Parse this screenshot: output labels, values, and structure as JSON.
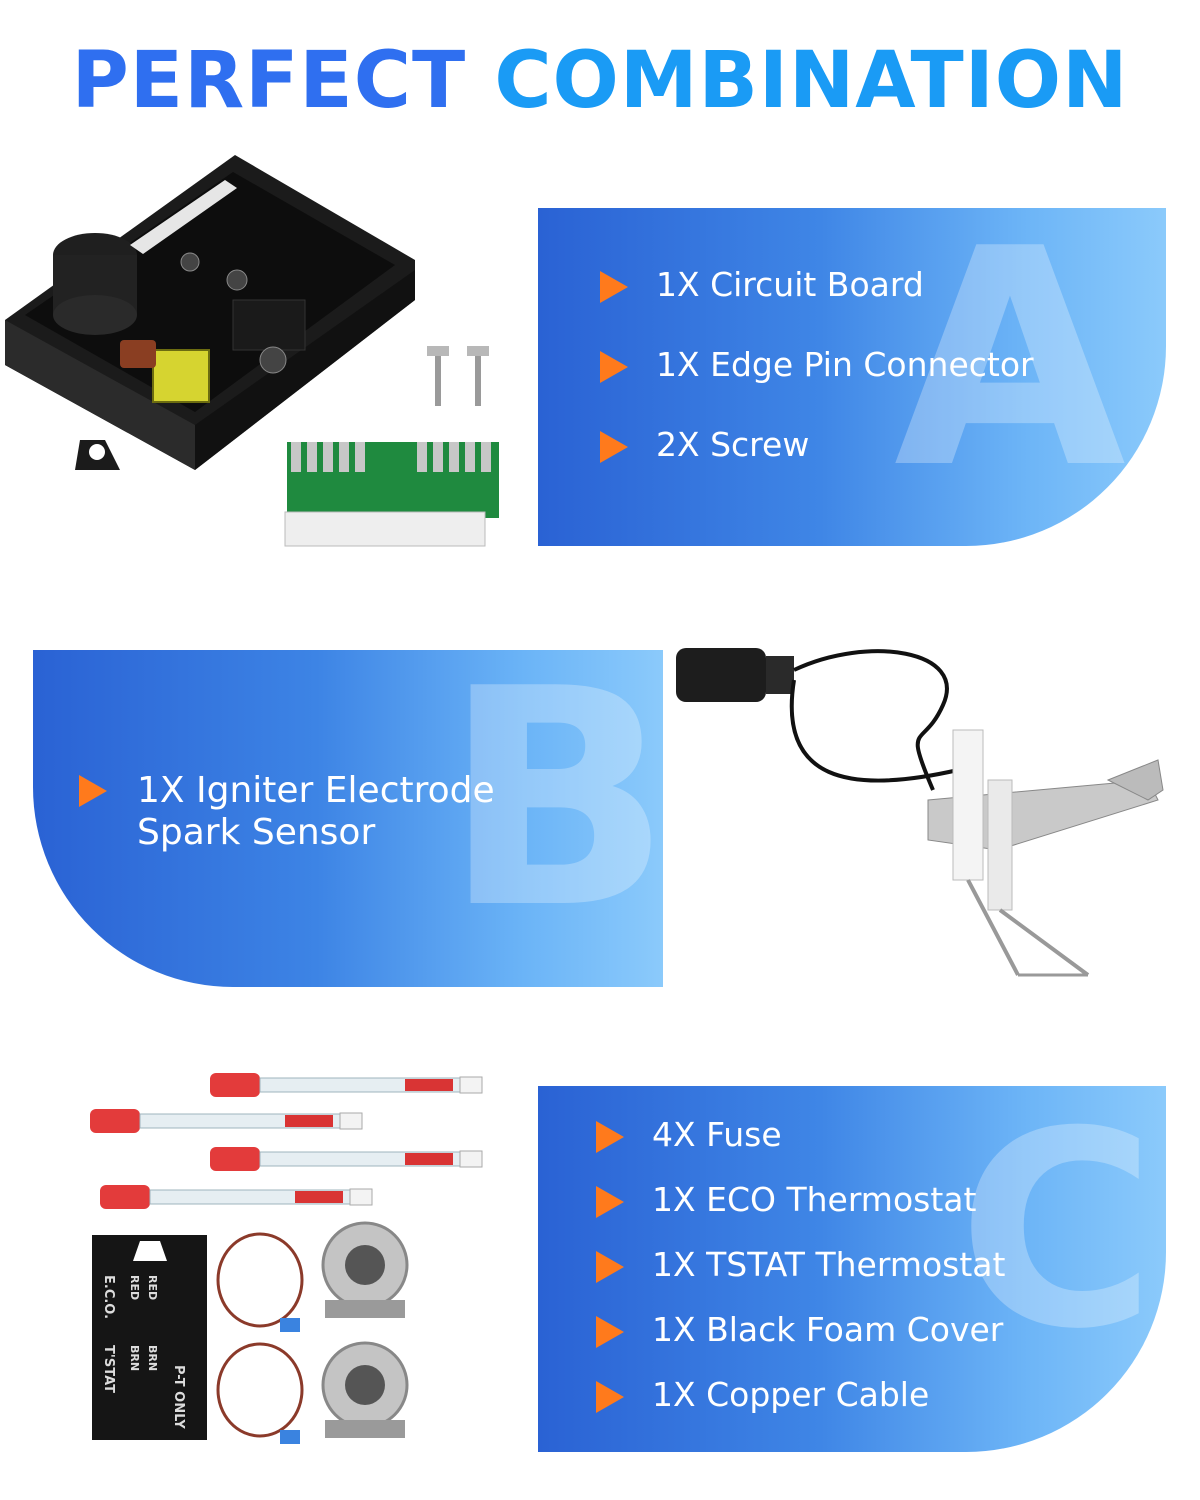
{
  "header": {
    "title_word1": "PERFECT",
    "title_word2": "COMBINATION"
  },
  "panel_a": {
    "letter": "A",
    "items": [
      "1X Circuit Board",
      "1X Edge Pin Connector",
      "2X Screw"
    ]
  },
  "panel_b": {
    "letter": "B",
    "line1": "1X Igniter Electrode",
    "line2": "Spark Sensor"
  },
  "panel_c": {
    "letter": "C",
    "items": [
      "4X Fuse",
      "1X ECO Thermostat",
      "1X TSTAT Thermostat",
      "1X Black Foam Cover",
      "1X Copper Cable"
    ]
  },
  "foam_cover": {
    "label1": "RED",
    "label2": "RED",
    "label3": "BRN",
    "label4": "BRN",
    "label5": "E.C.O.",
    "label6": "T'STAT",
    "label7": "P-T ONLY"
  },
  "colors": {
    "title_primary": "#2f6ff0",
    "title_secondary": "#1a9bf5",
    "arrow": "#ff7a1c",
    "panel_dark": "#2a62d4",
    "panel_light": "#8bcafb"
  }
}
